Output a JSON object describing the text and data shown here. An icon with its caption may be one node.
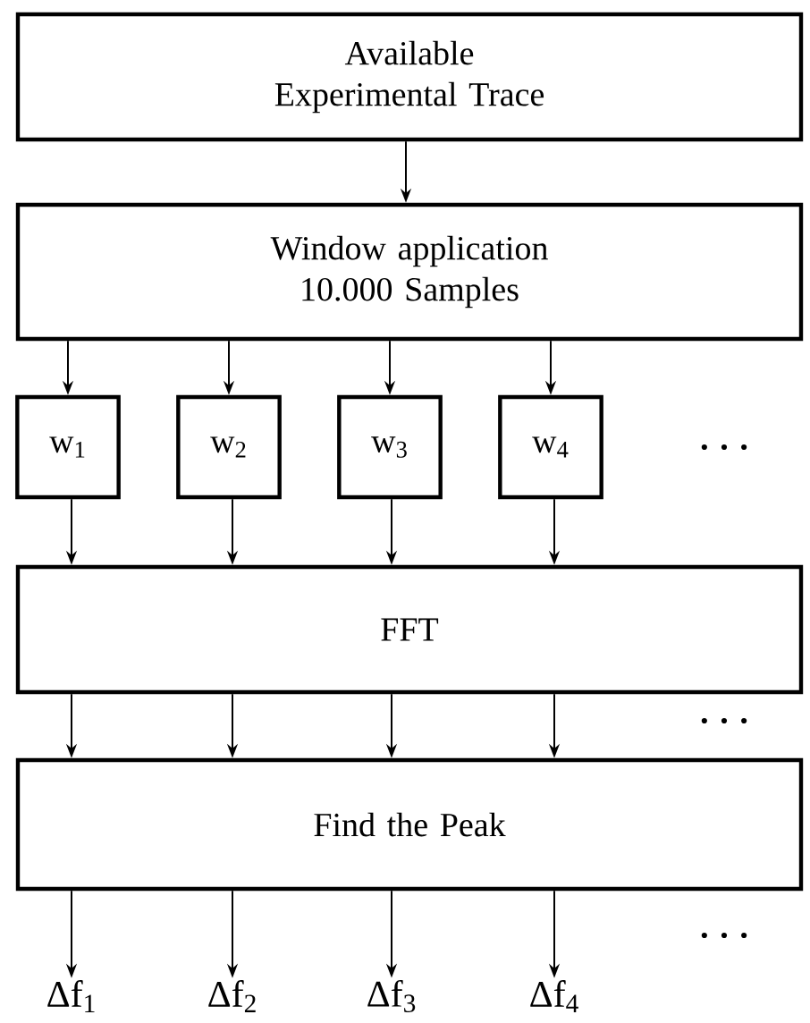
{
  "diagram": {
    "nodes": [
      {
        "text": [
          "Available Experimental Trace"
        ]
      },
      {
        "text": [
          "Window application 10.000 Samples"
        ]
      },
      {
        "text": [
          "w$_{1}$"
        ]
      },
      {
        "text": [
          "w$_{2}$"
        ]
      },
      {
        "text": [
          "w$_{3}$"
        ]
      },
      {
        "text": [
          "w$_{4}$"
        ]
      },
      {
        "text": [
          "FFT"
        ]
      },
      {
        "text": [
          "Find the Peak"
        ]
      },
      {
        "text": [
          "Δf$_{1}$"
        ]
      },
      {
        "text": [
          "Δf$_{2}$"
        ]
      },
      {
        "text": [
          "Δf$_{3}$"
        ]
      },
      {
        "text": [
          "Δf$_{4}$"
        ]
      }
    ],
    "edges": [
      {
        "from": 0,
        "to": 1,
        "arrow": "to"
      },
      {
        "from": 1,
        "to": 2,
        "arrow": "to"
      },
      {
        "from": 1,
        "to": 3,
        "arrow": "to"
      },
      {
        "from": 1,
        "to": 4,
        "arrow": "to"
      },
      {
        "from": 1,
        "to": 5,
        "arrow": "to"
      },
      {
        "from": 2,
        "to": 6,
        "arrow": "to"
      },
      {
        "from": 3,
        "to": 6,
        "arrow": "to"
      },
      {
        "from": 4,
        "to": 6,
        "arrow": "to"
      },
      {
        "from": 5,
        "to": 6,
        "arrow": "to"
      },
      {
        "from": 6,
        "to": 7,
        "arrow": "to"
      },
      {
        "from": 6,
        "to": 7,
        "arrow": "to"
      },
      {
        "from": 6,
        "to": 7,
        "arrow": "to"
      },
      {
        "from": 6,
        "to": 7,
        "arrow": "to"
      },
      {
        "from": 7,
        "to": 8,
        "arrow": "to"
      },
      {
        "from": 7,
        "to": 9,
        "arrow": "to"
      },
      {
        "from": 7,
        "to": 10,
        "arrow": "to"
      },
      {
        "from": 7,
        "to": 11,
        "arrow": "to"
      }
    ],
    "labels": [
      ". . .",
      ". . .",
      ". . ."
    ]
  }
}
